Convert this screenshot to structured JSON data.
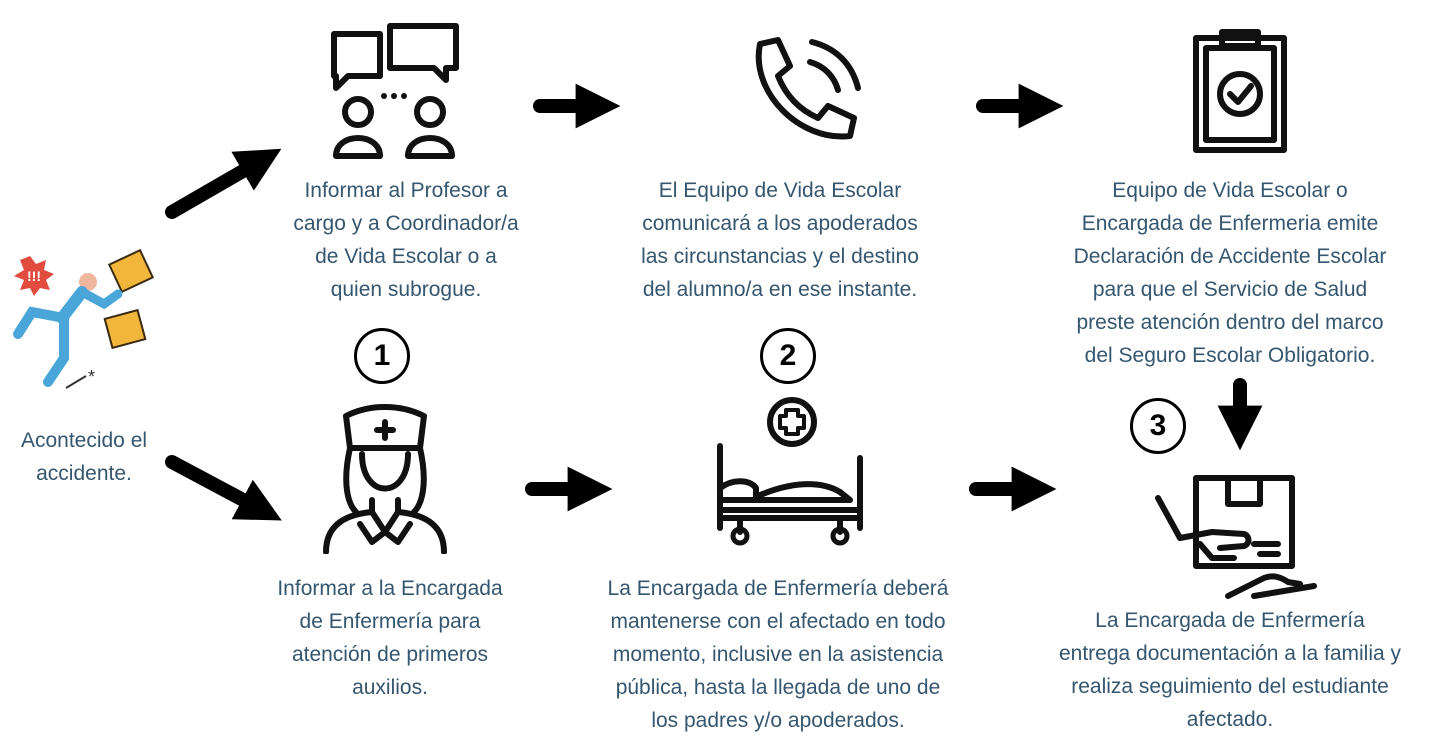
{
  "start": {
    "text": "Acontecido el\naccidente."
  },
  "steps": [
    {
      "number": "1"
    },
    {
      "number": "2"
    },
    {
      "number": "3"
    }
  ],
  "top": [
    {
      "text": "Informar al Profesor a\ncargo y a Coordinador/a\nde Vida Escolar o a\nquien subrogue.",
      "icon": "chat-users-icon"
    },
    {
      "text": "El Equipo de Vida Escolar\ncomunicará a los apoderados\nlas circunstancias y el destino\ndel alumno/a en ese instante.",
      "icon": "phone-icon"
    },
    {
      "text": "Equipo de Vida Escolar o\nEncargada de Enfermeria emite\nDeclaración de Accidente Escolar\npara que el Servicio de Salud\npreste atención dentro del marco\ndel Seguro Escolar Obligatorio.",
      "icon": "clipboard-check-icon"
    }
  ],
  "bottom": [
    {
      "text": "Informar a la Encargada\nde Enfermería para\natención de primeros\nauxilios.",
      "icon": "nurse-icon"
    },
    {
      "text": "La Encargada de Enfermería deberá\nmantenerse con el afectado en todo\nmomento, inclusive en la asistencia\npública, hasta la llegada de uno de\nlos padres y/o apoderados.",
      "icon": "hospital-bed-icon"
    },
    {
      "text": "La Encargada de Enfermería\nentrega documentación a la familia y\nrealiza seguimiento del estudiante\nafectado.",
      "icon": "package-handover-icon"
    }
  ],
  "colors": {
    "text": "#35566f",
    "arrow": "#000000",
    "accent_blue": "#4aa6d8",
    "accent_yellow": "#f3b63c",
    "accent_red": "#e24c3f"
  }
}
